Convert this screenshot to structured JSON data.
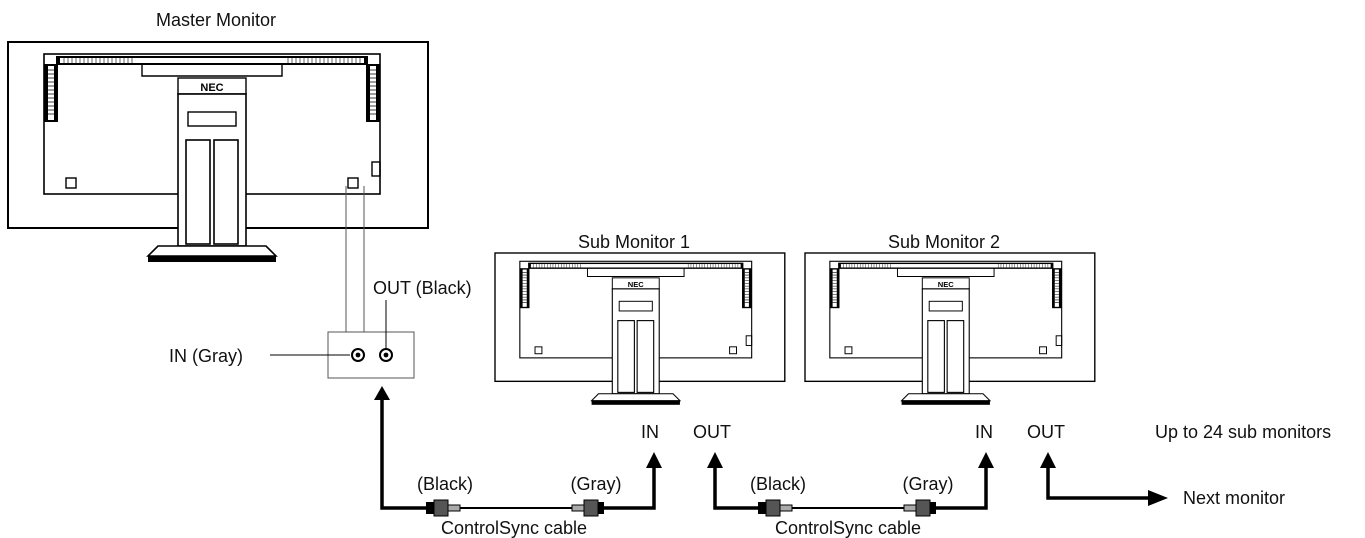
{
  "labels": {
    "master": "Master Monitor",
    "sub1": "Sub Monitor 1",
    "sub2": "Sub Monitor 2",
    "in_gray": "IN (Gray)",
    "out_black": "OUT (Black)",
    "in": "IN",
    "out": "OUT",
    "black": "(Black)",
    "gray": "(Gray)",
    "cable": "ControlSync cable",
    "up_to": "Up to 24 sub monitors",
    "next": "Next monitor"
  },
  "monitor_logo": "NEC",
  "icons": [
    "monitor-rear",
    "audio-jack",
    "cable-plug",
    "arrow"
  ]
}
